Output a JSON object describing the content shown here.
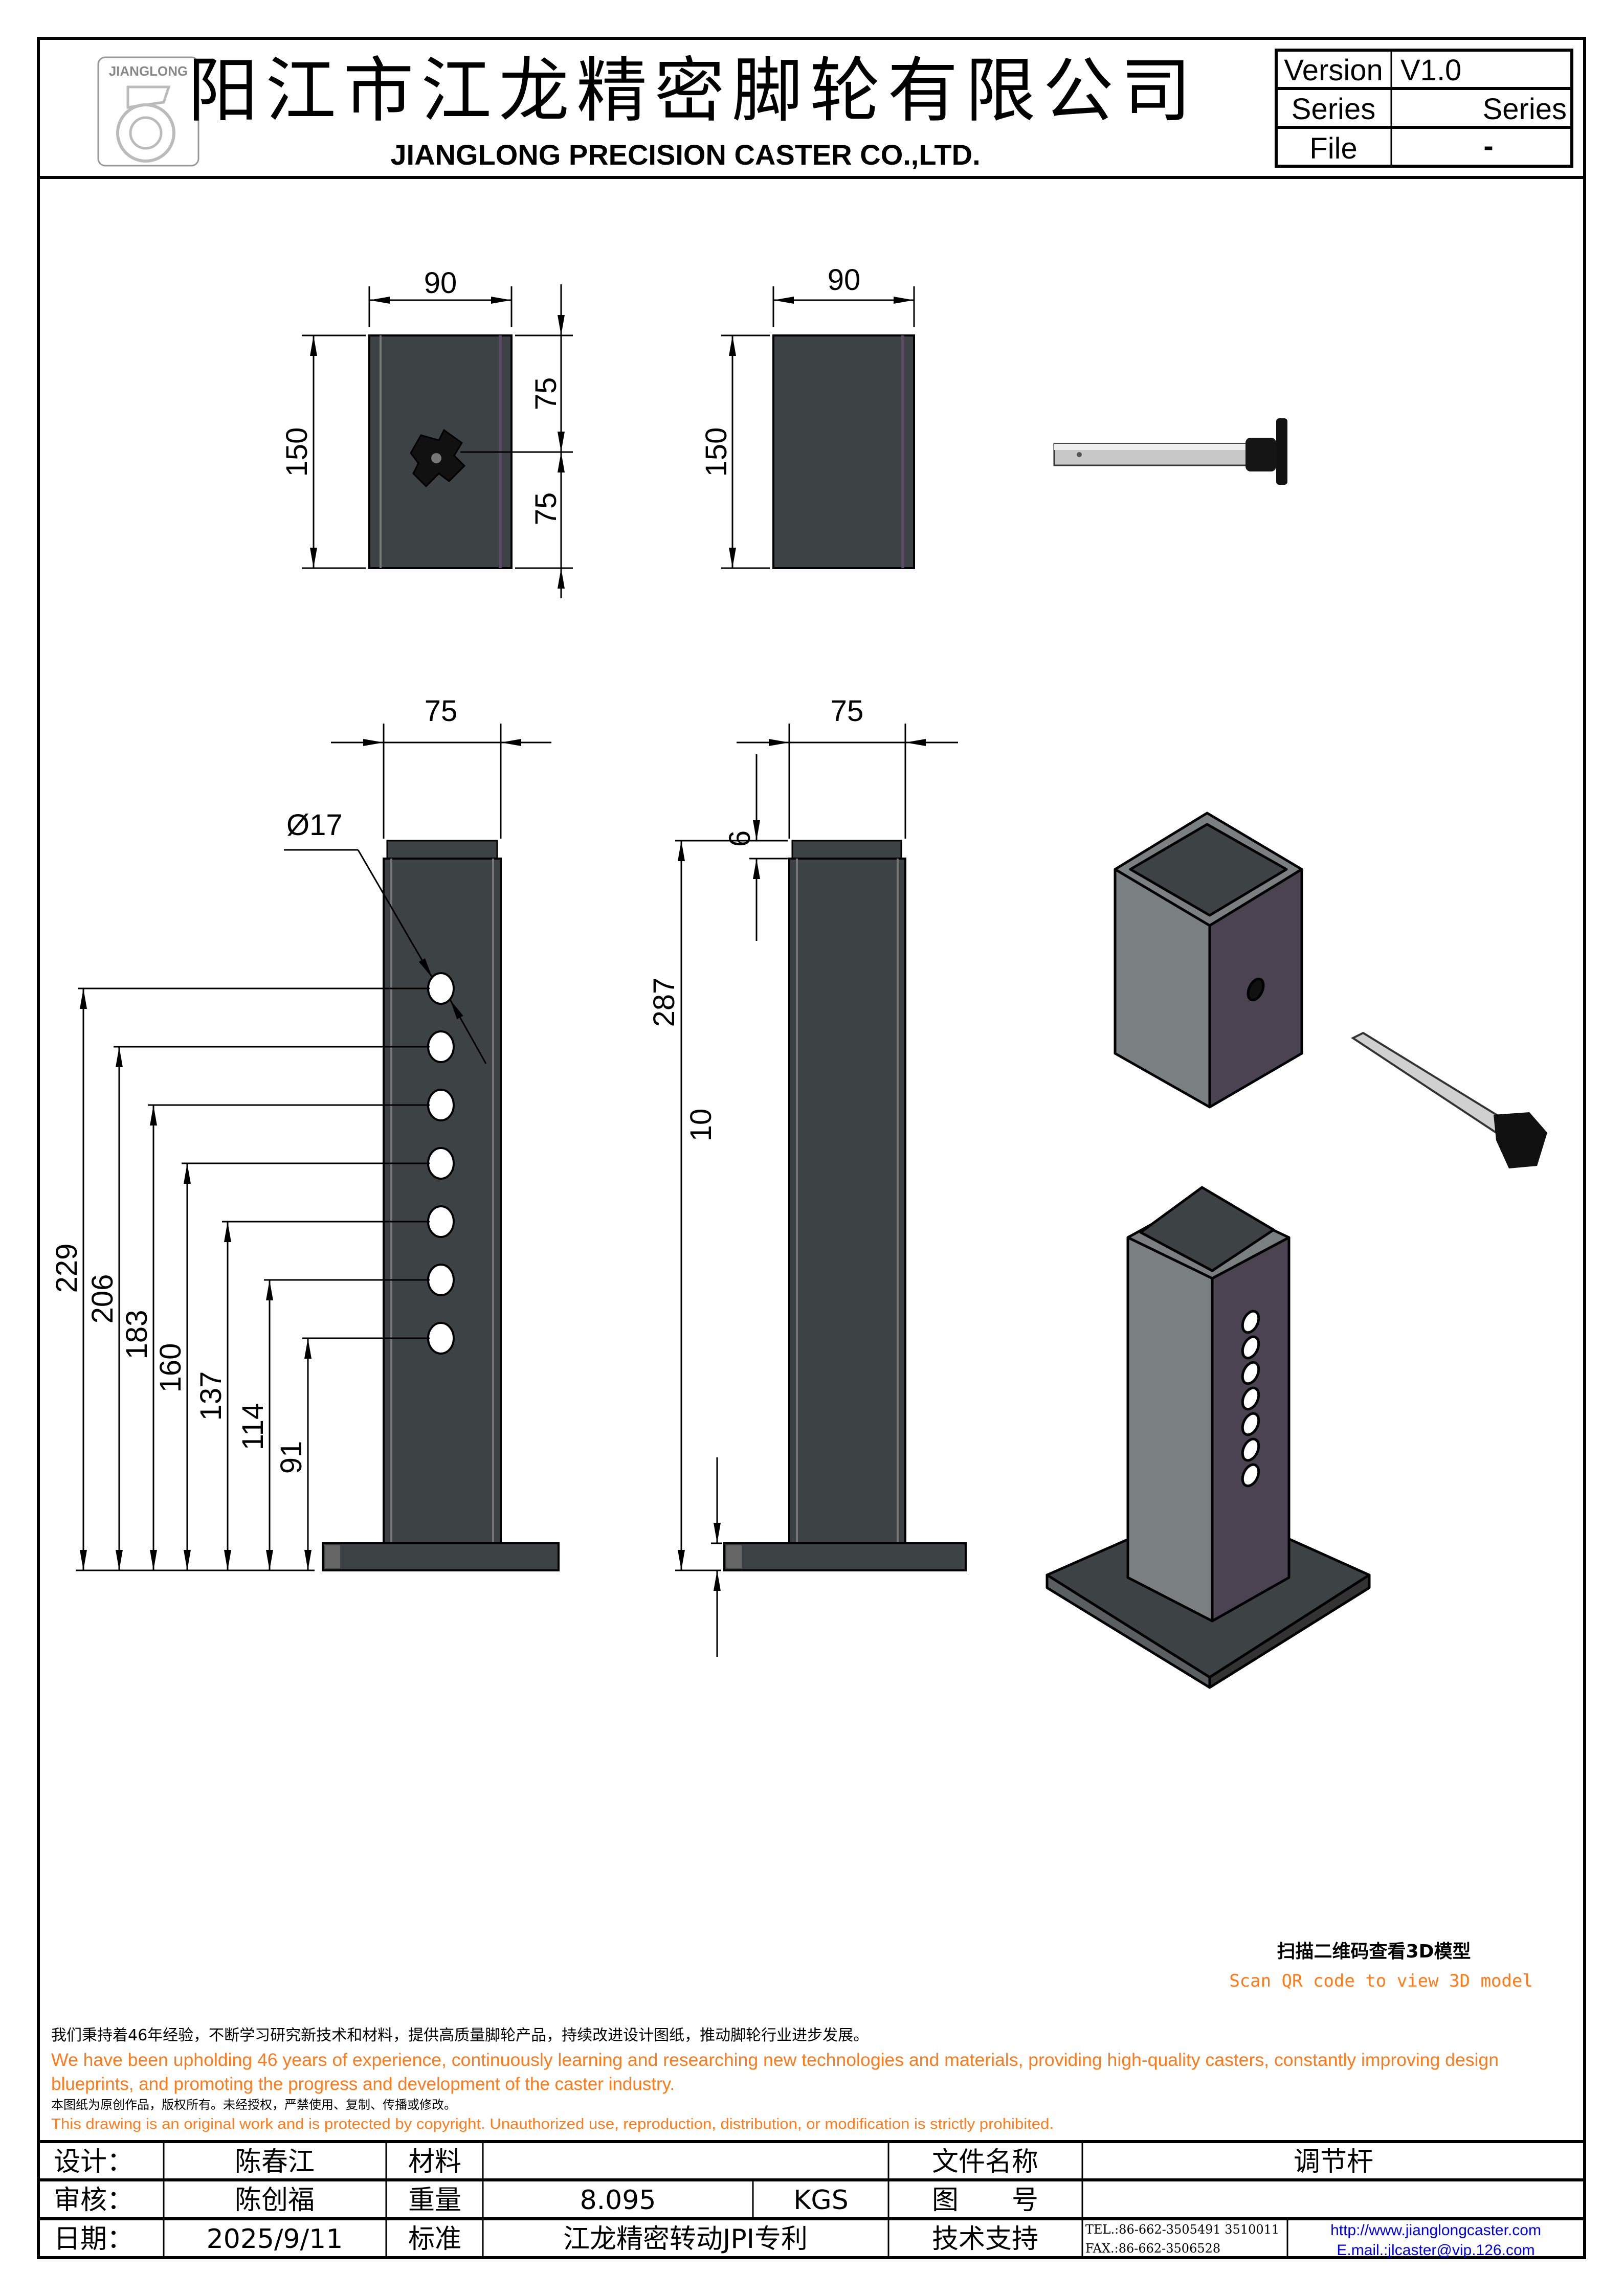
{
  "header": {
    "logo_text": "JIANGLONG",
    "company_cn": "阳江市江龙精密脚轮有限公司",
    "company_en": "JIANGLONG PRECISION CASTER CO.,LTD.",
    "info": [
      {
        "label": "Version",
        "value": "V1.0"
      },
      {
        "label": "Series",
        "value": "Series"
      },
      {
        "label": "File",
        "value": "-"
      }
    ]
  },
  "dimensions": {
    "top_view_width": "90",
    "top_view_height": "150",
    "top_view_half_upper": "75",
    "top_view_half_lower": "75",
    "side_view_width": "90",
    "side_view_height": "150",
    "front_width": "75",
    "hole_diameter": "Ø17",
    "hole_heights": [
      "229",
      "206",
      "183",
      "160",
      "137",
      "114",
      "91"
    ],
    "side_width": "75",
    "cap_height": "6",
    "total_height": "287",
    "plate_thickness": "10"
  },
  "qr": {
    "cn": "扫描二维码查看3D模型",
    "en": "Scan QR code to view 3D model"
  },
  "notes": {
    "mission_cn": "我们秉持着46年经验，不断学习研究新技术和材料，提供高质量脚轮产品，持续改进设计图纸，推动脚轮行业进步发展。",
    "mission_en_1": "We have been upholding 46 years of experience, continuously learning and researching new technologies and materials, providing high-quality casters, constantly improving design",
    "mission_en_2": "blueprints, and promoting the progress and development of the caster industry.",
    "copyright_cn": "本图纸为原创作品，版权所有。未经授权，严禁使用、复制、传播或修改。",
    "copyright_en": "This drawing is an original work and is protected by copyright. Unauthorized use, reproduction, distribution, or modification is strictly prohibited."
  },
  "title_block": {
    "design_label": "设计：",
    "design_value": "陈春江",
    "material_label": "材料",
    "material_value": "",
    "filename_label": "文件名称",
    "filename_value": "调节杆",
    "review_label": "审核：",
    "review_value": "陈创福",
    "weight_label": "重量",
    "weight_value": "8.095",
    "weight_unit": "KGS",
    "drawing_no_label": "图　　号",
    "drawing_no_value": "",
    "date_label": "日期：",
    "date_value": "2025/9/11",
    "standard_label": "标准",
    "standard_value": "江龙精密转动JPI专利",
    "support_label": "技术支持",
    "tel": "TEL.:86-662-3505491 3510011",
    "fax": "FAX.:86-662-3506528",
    "website": "http://www.jianglongcaster.com",
    "email": "E.mail.:jlcaster@vip.126.com"
  },
  "colors": {
    "orange": "#ff7a1a",
    "blue": "#0000ee",
    "steel": "#3d4345",
    "purple": "#4b4252"
  }
}
